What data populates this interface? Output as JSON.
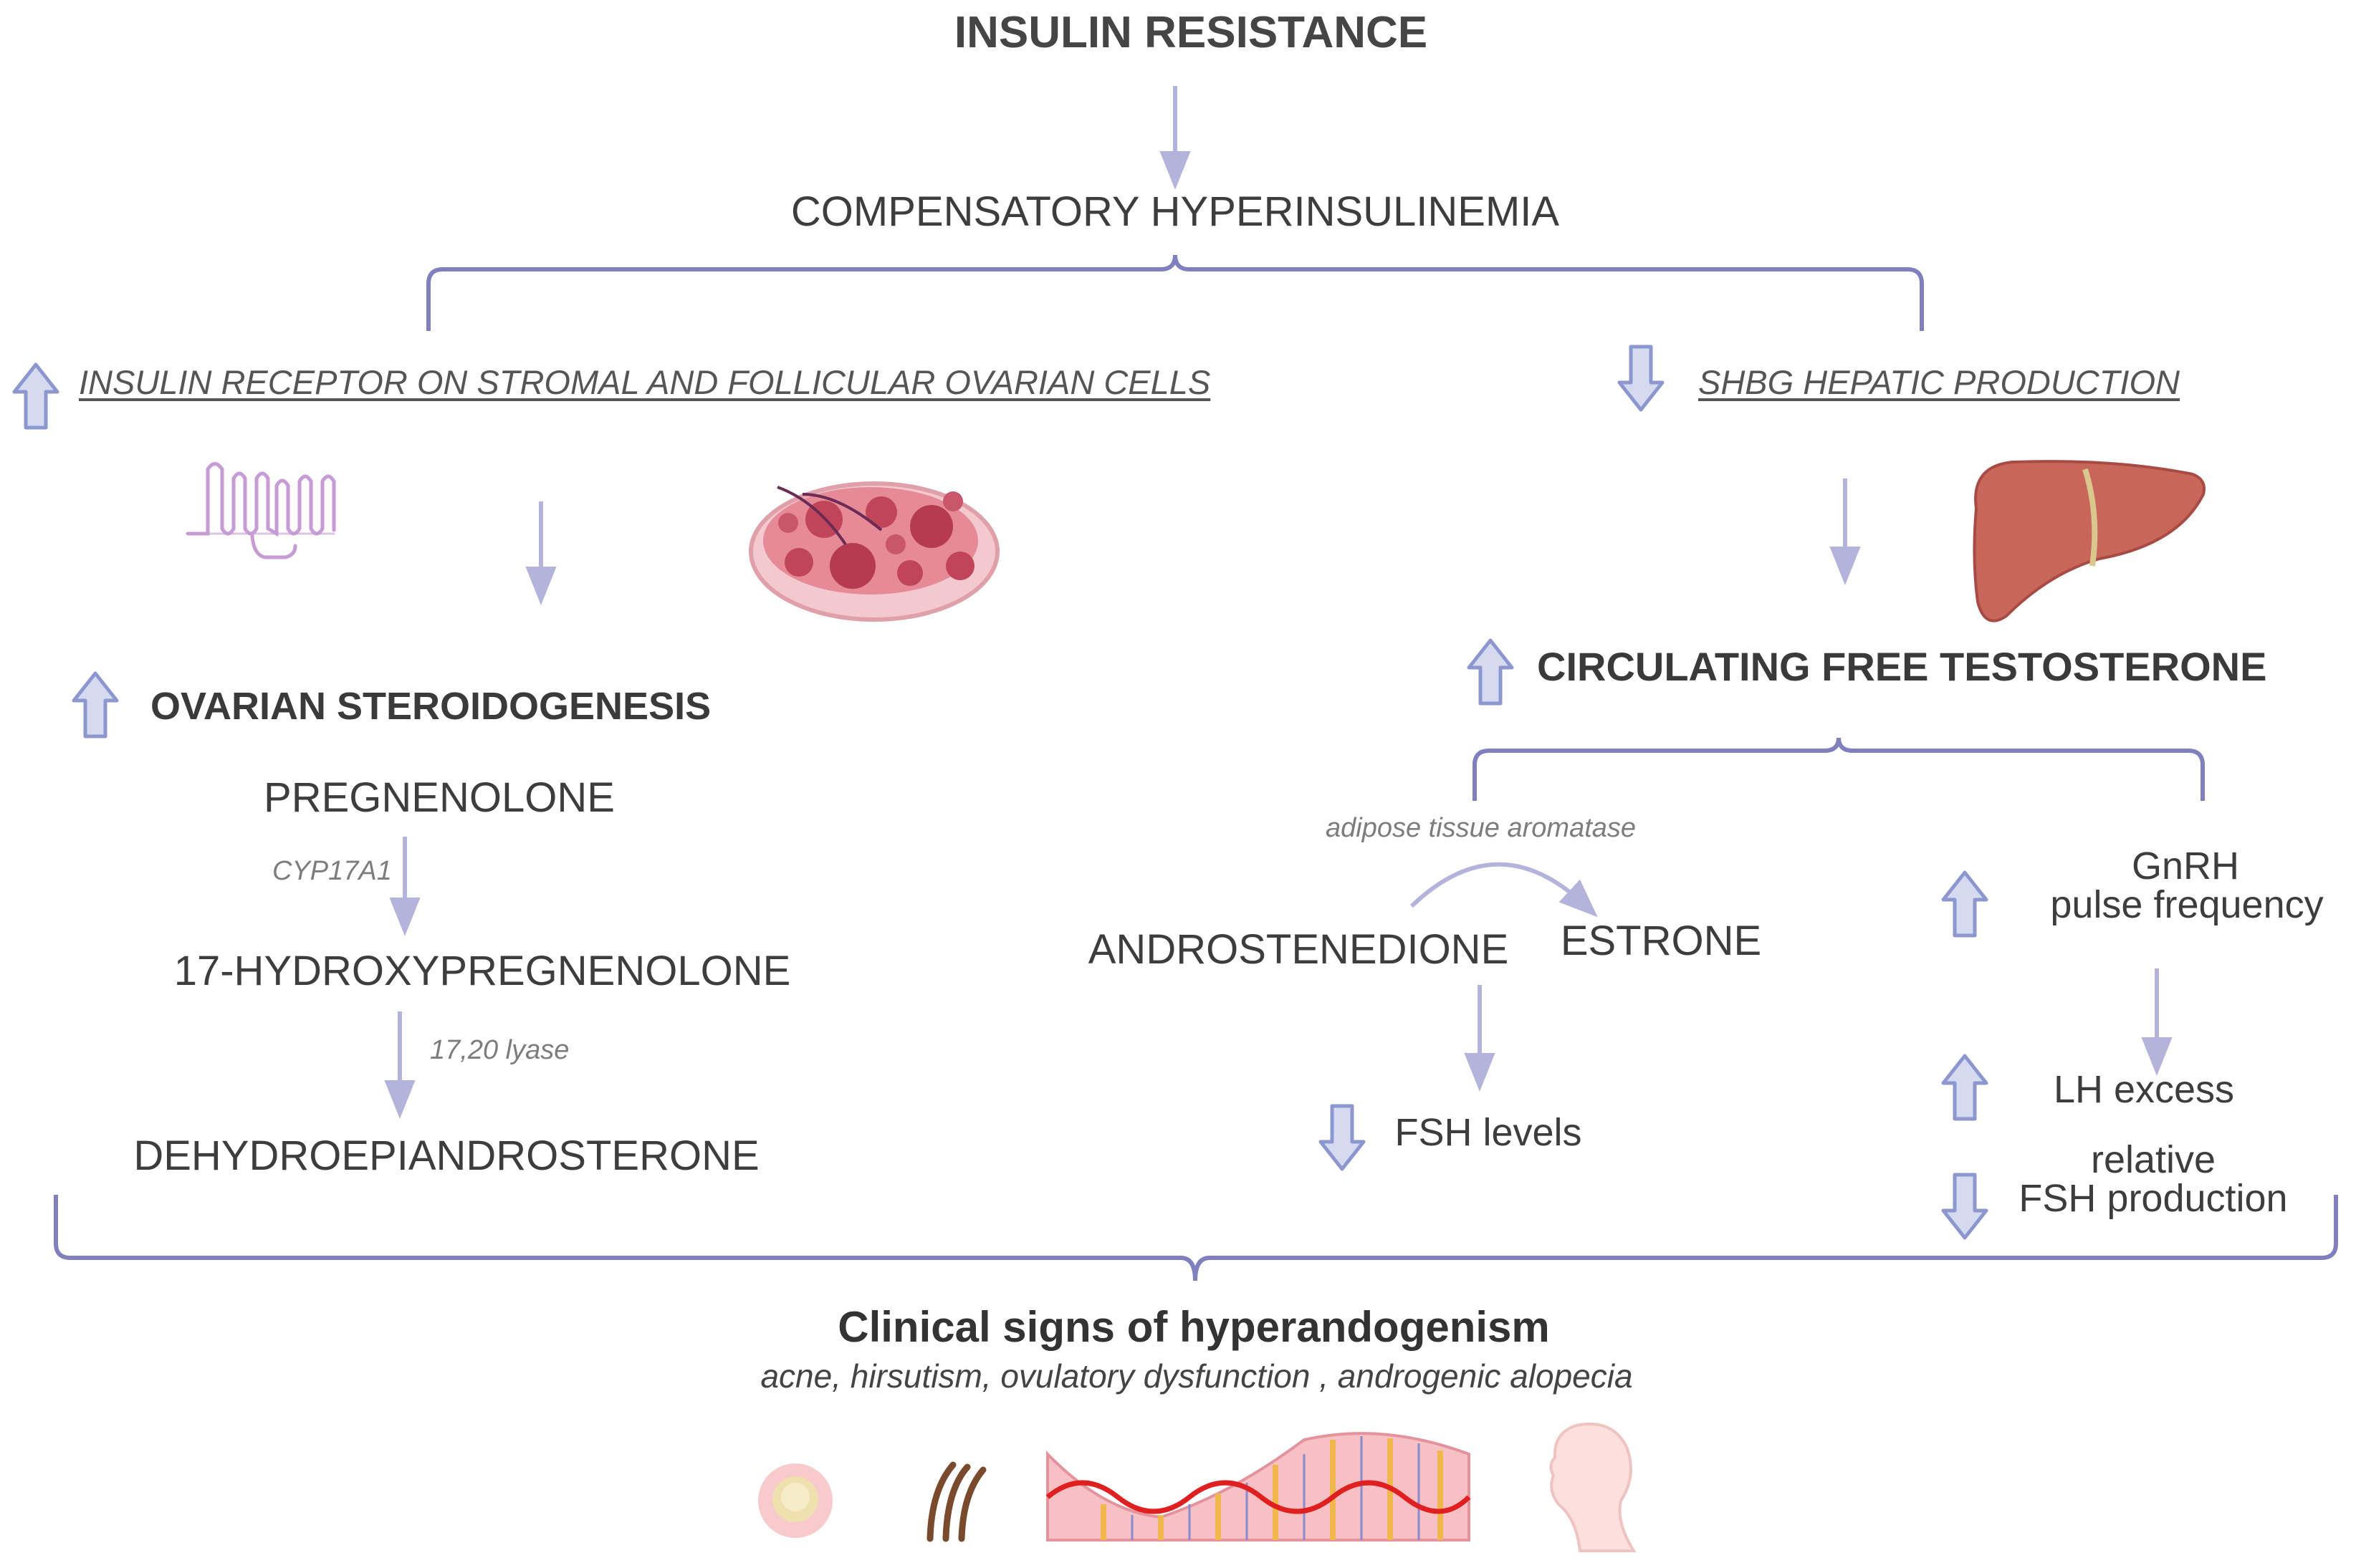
{
  "top": {
    "title": "INSULIN RESISTANCE",
    "hyperinsulinemia": "COMPENSATORY HYPERINSULINEMIA"
  },
  "left": {
    "receptor": "INSULIN RECEPTOR ON STROMAL AND FOLLICULAR OVARIAN CELLS",
    "receptor_direction": "up",
    "steroidogenesis": "OVARIAN STEROIDOGENESIS",
    "steroidogenesis_direction": "up",
    "pathway": [
      {
        "compound": "PREGNENOLONE"
      },
      {
        "enzyme": "CYP17A1"
      },
      {
        "compound": "17-HYDROXYPREGNENOLONE"
      },
      {
        "enzyme": "17,20 lyase"
      },
      {
        "compound": "DEHYDROEPIANDROSTERONE"
      }
    ]
  },
  "right": {
    "shbg": "SHBG HEPATIC PRODUCTION",
    "shbg_direction": "down",
    "testosterone": "CIRCULATING FREE TESTOSTERONE",
    "testosterone_direction": "up",
    "aromatase": "adipose tissue aromatase",
    "androstenedione": "ANDROSTENEDIONE",
    "estrone": "ESTRONE",
    "fsh_levels": "FSH levels",
    "fsh_levels_direction": "down",
    "gnrh_line1": "GnRH",
    "gnrh_line2": "pulse frequency",
    "gnrh_direction": "up",
    "lh": "LH excess",
    "lh_direction": "up",
    "fsh_prod_line1": "relative",
    "fsh_prod_line2": "FSH production",
    "fsh_prod_direction": "down"
  },
  "bottom": {
    "title": "Clinical signs of hyperandogenism",
    "signs": "acne, hirsutism, ovulatory dysfunction , androgenic alopecia"
  },
  "icons": [
    "insulin-receptor-icon",
    "ovary-icon",
    "liver-icon",
    "acne-icon",
    "hair-icon",
    "endometrium-icon",
    "head-profile-icon"
  ],
  "colors": {
    "connector": "#7f80bd",
    "arrow_thin": "#b3b3dc",
    "arrow_fill": "#d5daf0",
    "arrow_stroke": "#8c97cf",
    "text": "#3d3d3d"
  }
}
